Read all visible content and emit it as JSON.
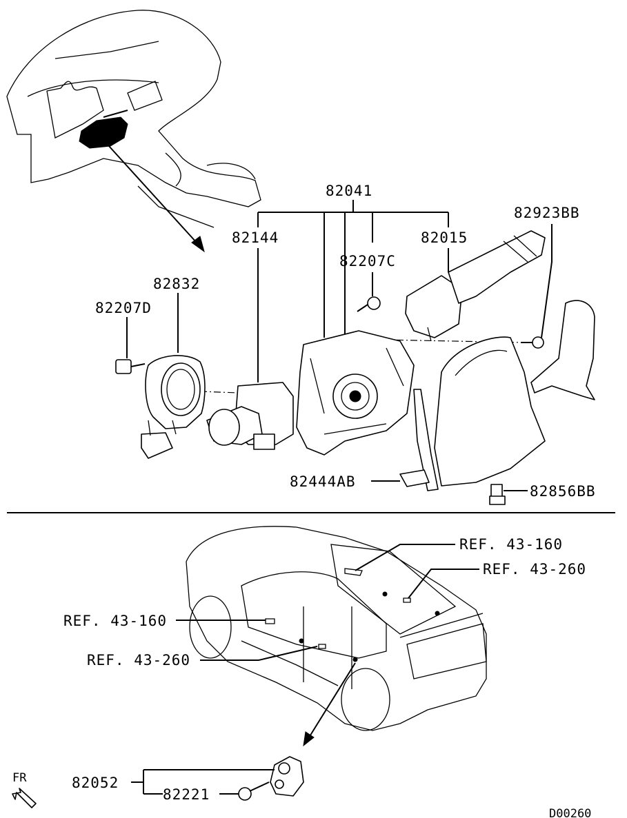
{
  "colors": {
    "line": "#000000",
    "background": "#ffffff"
  },
  "labels": {
    "p82041": "82041",
    "p82144": "82144",
    "p82015": "82015",
    "p82923BB": "82923BB",
    "p82207C": "82207C",
    "p82832": "82832",
    "p82207D": "82207D",
    "p82444AB": "82444AB",
    "p82856BB": "82856BB",
    "ref_top_1": "REF. 43-160",
    "ref_top_2": "REF. 43-260",
    "ref_left_1": "REF. 43-160",
    "ref_left_2": "REF. 43-260",
    "p82052": "82052",
    "p82221": "82221",
    "fr": "FR",
    "code": "D00260"
  }
}
